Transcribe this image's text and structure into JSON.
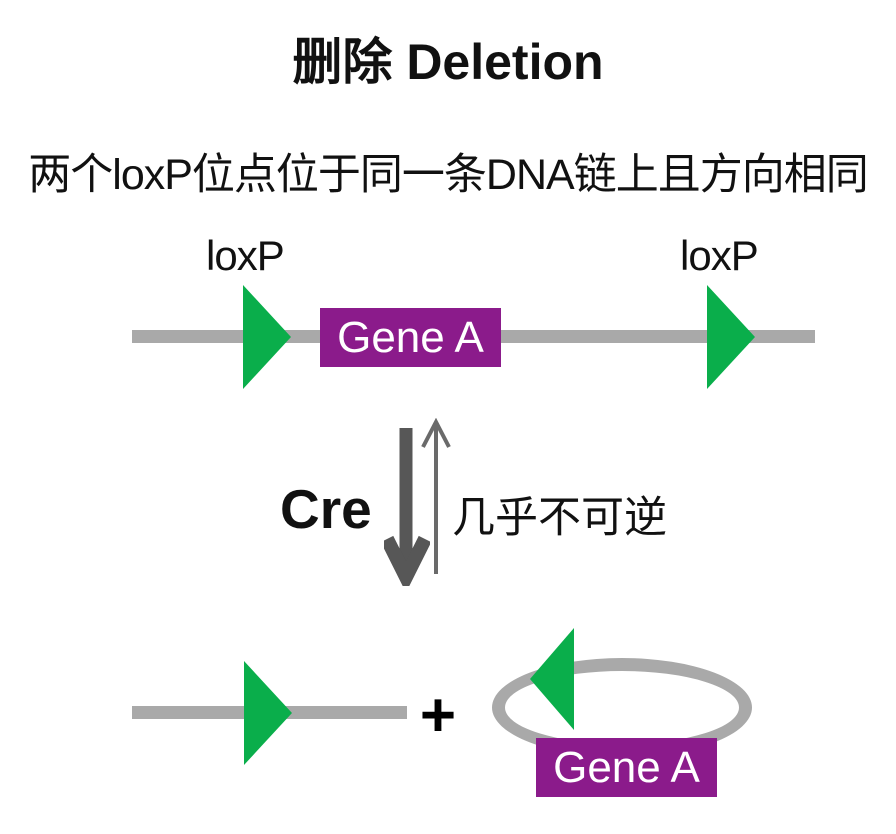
{
  "page": {
    "title": "删除 Deletion",
    "subtitle": "两个loxP位点位于同一条DNA链上且方向相同"
  },
  "top_construct": {
    "left_loxp_label": "loxP",
    "right_loxp_label": "loxP",
    "gene_box_label": "Gene A"
  },
  "reaction": {
    "enzyme_label": "Cre",
    "reversibility_note": "几乎不可逆"
  },
  "products": {
    "plus_sign": "+",
    "circle_gene_box_label": "Gene A"
  },
  "colors": {
    "loxp_green": "#0aae4b",
    "gene_purple": "#8b1b8b",
    "dna_gray": "#a9a9a9",
    "arrow_dark_gray": "#575757",
    "arrow_thin_gray": "#6a6a6a",
    "text_black": "#111111",
    "gene_text_white": "#ffffff"
  }
}
